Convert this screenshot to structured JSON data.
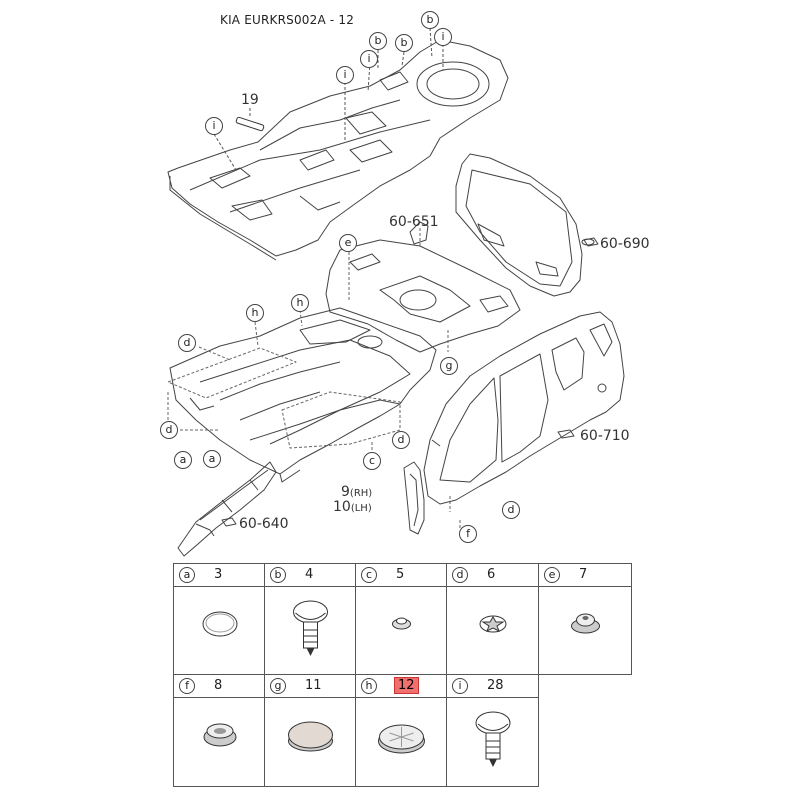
{
  "title": "KIA EURKRS002A - 12",
  "callouts": {
    "b1": "b",
    "b2": "b",
    "b3": "b",
    "i1": "i",
    "i2": "i",
    "i3": "i",
    "i4": "i",
    "e": "e",
    "h1": "h",
    "h2": "h",
    "d1": "d",
    "d2": "d",
    "d3": "d",
    "d4": "d",
    "a1": "a",
    "a2": "a",
    "c": "c",
    "g": "g",
    "f": "f"
  },
  "part_refs": {
    "r19": "19",
    "r60651": "60-651",
    "r60690": "60-690",
    "r60710": "60-710",
    "r60640": "60-640",
    "r9": "9",
    "r9side": "(RH)",
    "r10": "10",
    "r10side": "(LH)"
  },
  "parts_table": [
    {
      "letter": "a",
      "number": "3",
      "highlight": false,
      "icon": "round-plug"
    },
    {
      "letter": "b",
      "number": "4",
      "highlight": false,
      "icon": "push-clip"
    },
    {
      "letter": "c",
      "number": "5",
      "highlight": false,
      "icon": "small-grommet"
    },
    {
      "letter": "d",
      "number": "6",
      "highlight": false,
      "icon": "star-grommet"
    },
    {
      "letter": "e",
      "number": "7",
      "highlight": false,
      "icon": "dome-grommet"
    },
    {
      "letter": "f",
      "number": "8",
      "highlight": false,
      "icon": "ring-plug"
    },
    {
      "letter": "g",
      "number": "11",
      "highlight": false,
      "icon": "foam-plug"
    },
    {
      "letter": "h",
      "number": "12",
      "highlight": true,
      "icon": "large-plug",
      "highlight_color": "#f07070"
    },
    {
      "letter": "i",
      "number": "28",
      "highlight": false,
      "icon": "push-clip"
    }
  ]
}
